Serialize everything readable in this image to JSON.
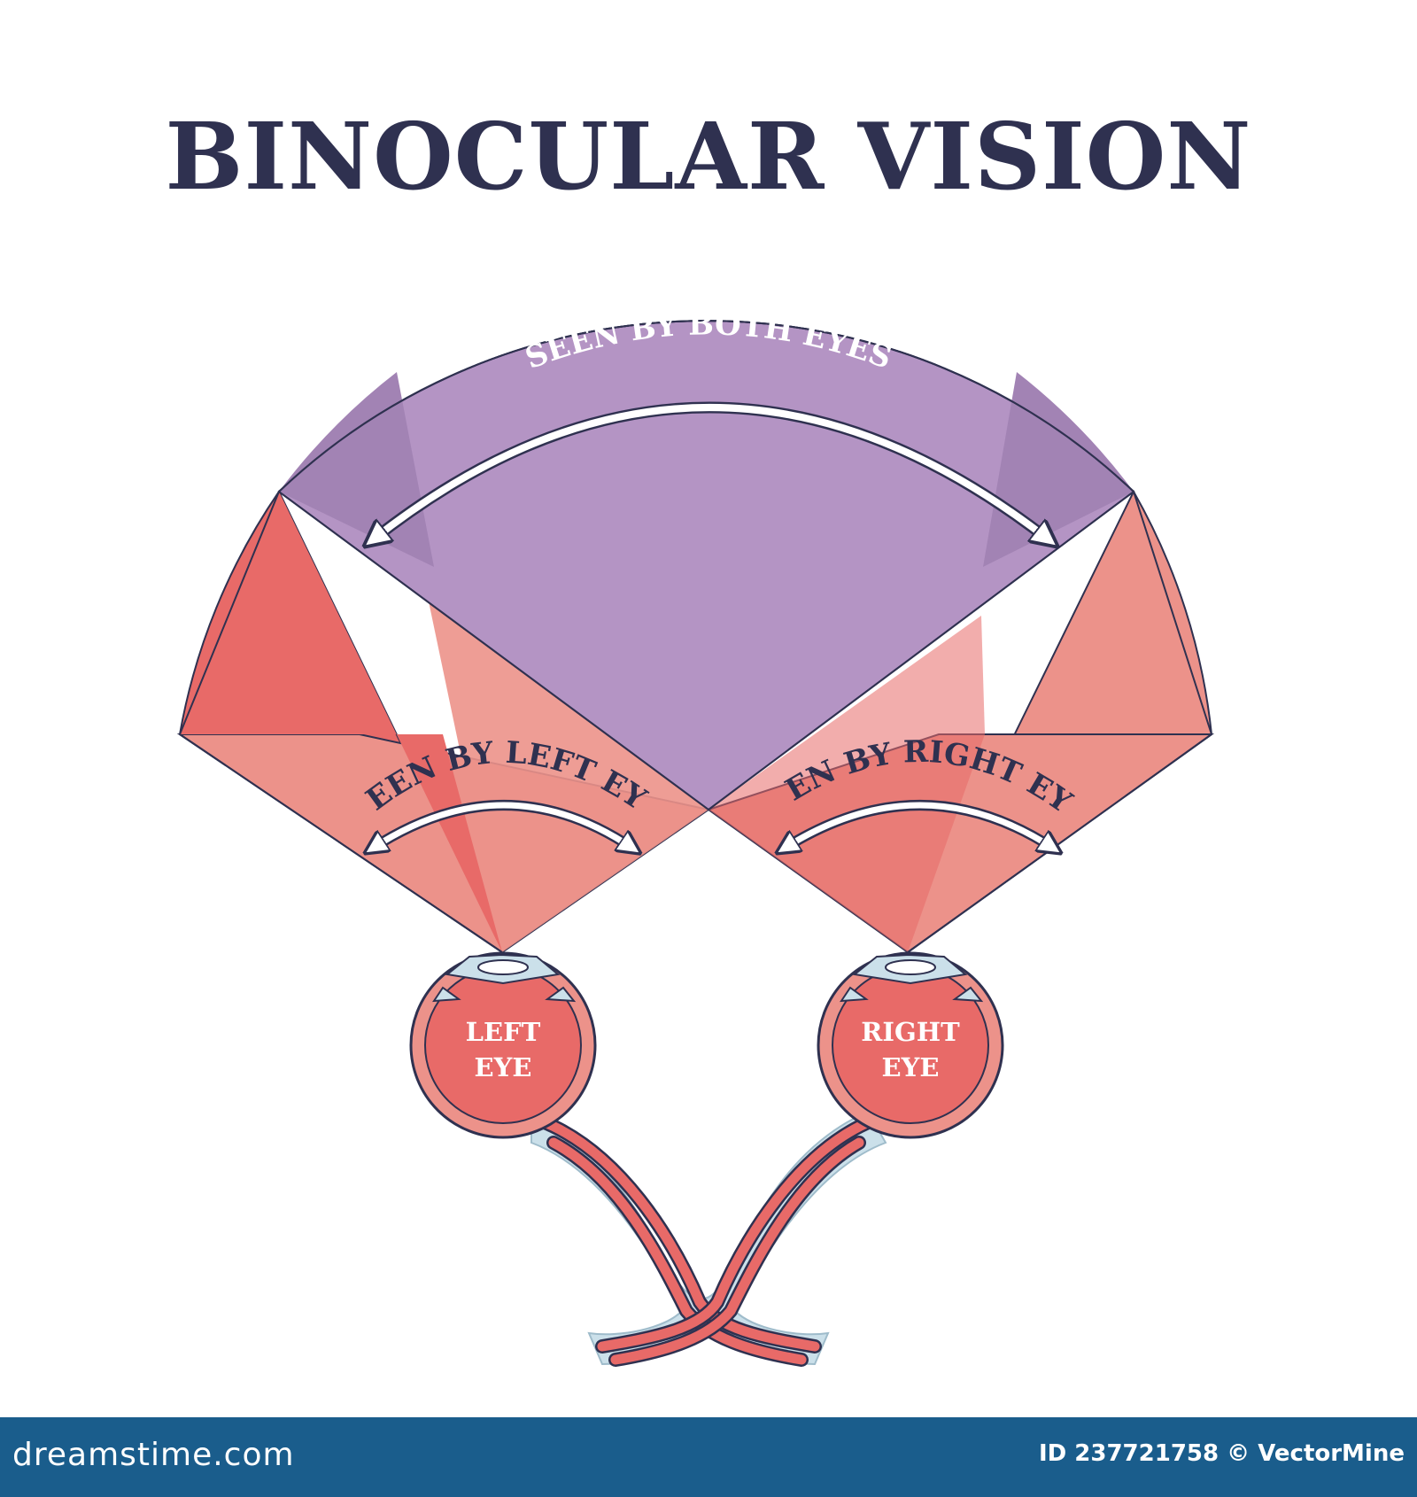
{
  "title": "BINOCULAR VISION",
  "labels": {
    "both": "SEEN BY BOTH EYES",
    "left_field": "SEEN BY LEFT EYE",
    "right_field": "SEEN BY RIGHT EYE",
    "left_eye_line1": "LEFT",
    "left_eye_line2": "EYE",
    "right_eye_line1": "RIGHT",
    "right_eye_line2": "EYE"
  },
  "footer": {
    "site": "dreamstime.com",
    "id_credit": "ID 237721758 © VectorMine"
  },
  "colors": {
    "title": "#2f3150",
    "both_region": "#b494c4",
    "left_region": "#e86a68",
    "right_region": "#ec928a",
    "outline": "#2f3150",
    "footer": "#1a5d8c",
    "optic_nerve_sheath": "#cbe0ea"
  }
}
